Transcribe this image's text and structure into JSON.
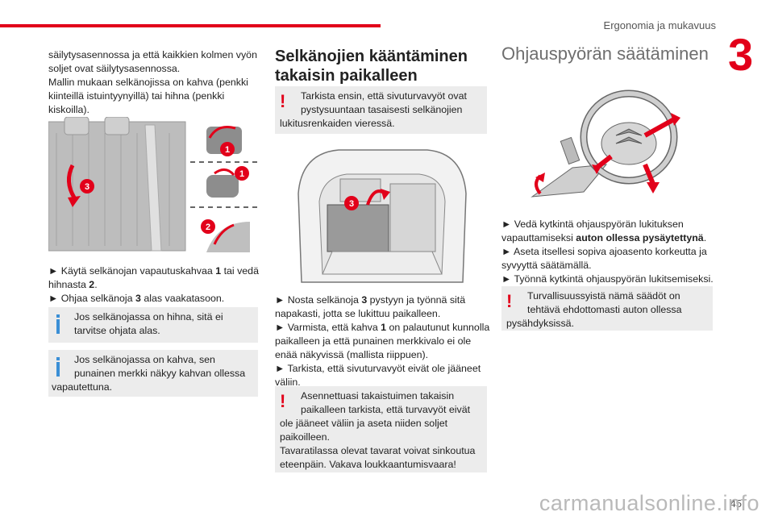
{
  "header": {
    "section_title": "Ergonomia ja mukavuus",
    "chapter_number": "3"
  },
  "col1": {
    "intro_lines": [
      "säilytysasennossa ja että kaikkien kolmen vyön",
      "soljet ovat säilytysasennossa.",
      "Mallin mukaan selkänojissa on kahva (penkki",
      "kiinteillä istuintyynyillä) tai hihna (penkki",
      "kiskoilla)."
    ],
    "figure_markers": [
      "1",
      "1",
      "2",
      "3"
    ],
    "step1_pre": "► Käytä selkänojan vapautuskahvaa ",
    "step1_b1": "1",
    "step1_mid": " tai vedä",
    "step1_line2_pre": "hihnasta ",
    "step1_b2": "2",
    "step1_line2_post": ".",
    "step2_pre": "► Ohjaa selkänoja ",
    "step2_b": "3",
    "step2_post": " alas vaakatasoon.",
    "info1_lines": [
      "Jos selkänojassa on hihna, sitä ei",
      "tarvitse ohjata alas."
    ],
    "info2_lines": [
      "Jos selkänojassa on kahva, sen",
      "punainen merkki näkyy kahvan ollessa",
      "vapautettuna."
    ]
  },
  "col2": {
    "title_lines": [
      "Selkänojien kääntäminen",
      "takaisin paikalleen"
    ],
    "warn1_lines": [
      "Tarkista ensin, että sivuturvavyöt ovat",
      "pystysuuntaan tasaisesti selkänojien",
      "lukitusrenkaiden vieressä."
    ],
    "figure_marker": "3",
    "s1_pre": "► Nosta selkänoja ",
    "s1_b": "3",
    "s1_post": " pystyyn ja työnnä sitä",
    "s1_line2": "napakasti, jotta se lukittuu paikalleen.",
    "s2_pre": "► Varmista, että kahva ",
    "s2_b": "1",
    "s2_post": " on palautunut kunnolla",
    "s2_line2": "paikalleen ja että punainen merkkivalo ei ole",
    "s2_line3": "enää näkyvissä (mallista riippuen).",
    "s3_line1": "► Tarkista, että sivuturvavyöt eivät ole jääneet",
    "s3_line2": "väliin.",
    "warn2_lines": [
      "Asennettuasi takaistuimen takaisin",
      "paikalleen tarkista, että turvavyöt eivät",
      "ole jääneet väliin ja aseta niiden soljet",
      "paikoilleen.",
      "Tavaratilassa olevat tavarat voivat sinkoutua",
      "eteenpäin. Vakava loukkaantumisvaara!"
    ]
  },
  "col3": {
    "title": "Ohjauspyörän säätäminen",
    "s1_line1": "► Vedä kytkintä ohjauspyörän lukituksen",
    "s1_pre": "vapauttamiseksi ",
    "s1_b": "auton ollessa pysäytettynä",
    "s1_post": ".",
    "s2_line1": "► Aseta itsellesi sopiva ajoasento korkeutta ja",
    "s2_line2": "syvyyttä säätämällä.",
    "s3_line1": "► Työnnä kytkintä ohjauspyörän lukitsemiseksi.",
    "warn_lines": [
      "Turvallisuussyistä nämä säädöt on",
      "tehtävä ehdottomasti auton ollessa",
      "pysähdyksissä."
    ]
  },
  "footer": {
    "page_number": "45",
    "watermark": "carmanualsonline.info"
  },
  "colors": {
    "accent": "#e2001a",
    "info": "#3b8fd6",
    "notice_bg": "#ececec"
  }
}
